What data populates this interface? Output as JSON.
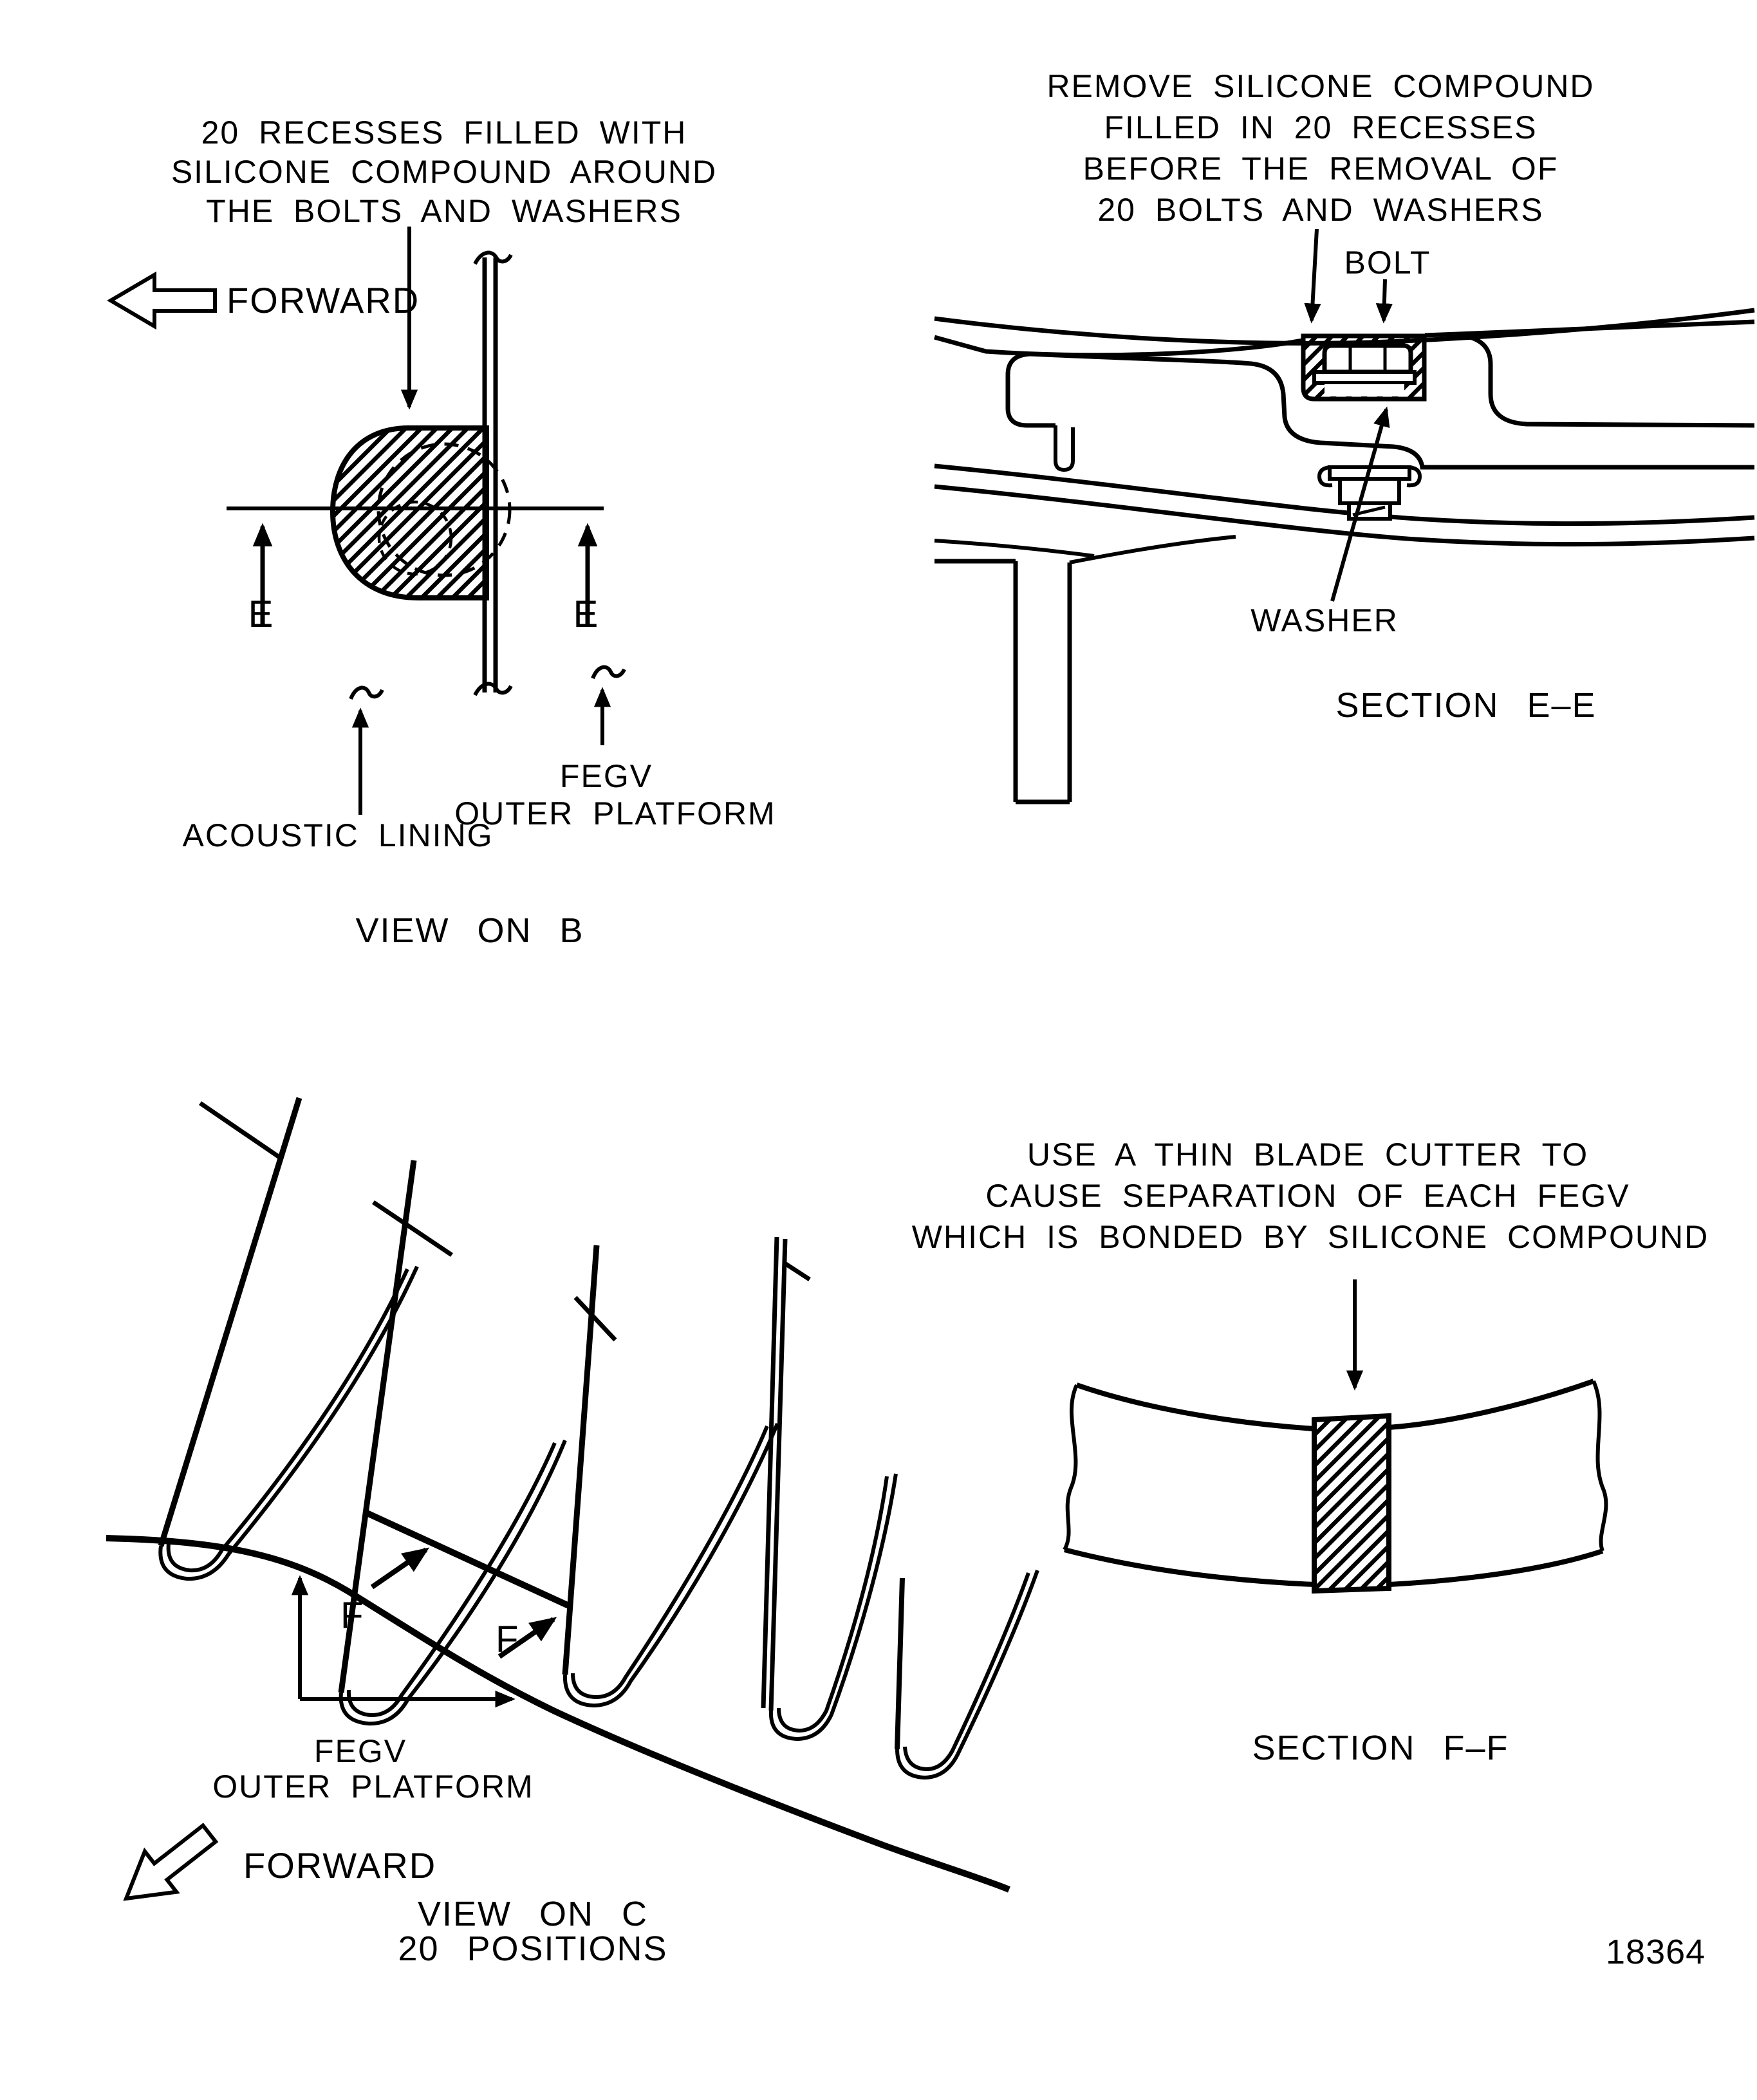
{
  "figure": {
    "number": "18364",
    "ink_color": "#000000",
    "paper_color": "#ffffff"
  },
  "icons": {
    "forward_arrow": "outline-block-arrow",
    "break_mark": "tilde-squiggle",
    "leader_arrowhead": "solid-triangle"
  },
  "view_b": {
    "note": {
      "line1": "20 RECESSES FILLED WITH",
      "line2": "SILICONE COMPOUND AROUND",
      "line3": "THE BOLTS AND WASHERS"
    },
    "forward_label": "FORWARD",
    "marker": "E",
    "labels": {
      "acoustic_lining": "ACOUSTIC LINING",
      "fegv": "FEGV",
      "outer_platform": "OUTER PLATFORM"
    },
    "title": "VIEW ON B"
  },
  "section_ee": {
    "note": {
      "line1": "REMOVE SILICONE COMPOUND",
      "line2": "FILLED IN 20 RECESSES",
      "line3": "BEFORE THE REMOVAL OF",
      "line4": "20 BOLTS AND WASHERS"
    },
    "labels": {
      "bolt": "BOLT",
      "washer": "WASHER"
    },
    "title": "SECTION E–E"
  },
  "view_c": {
    "marker": "F",
    "labels": {
      "fegv": "FEGV",
      "outer_platform": "OUTER PLATFORM"
    },
    "forward_label": "FORWARD",
    "title": "VIEW ON C",
    "subtitle": "20 POSITIONS"
  },
  "section_ff": {
    "note": {
      "line1": "USE A THIN BLADE CUTTER TO",
      "line2": "CAUSE SEPARATION OF EACH FEGV",
      "line3": "WHICH IS BONDED BY SILICONE COMPOUND"
    },
    "title": "SECTION F–F"
  }
}
